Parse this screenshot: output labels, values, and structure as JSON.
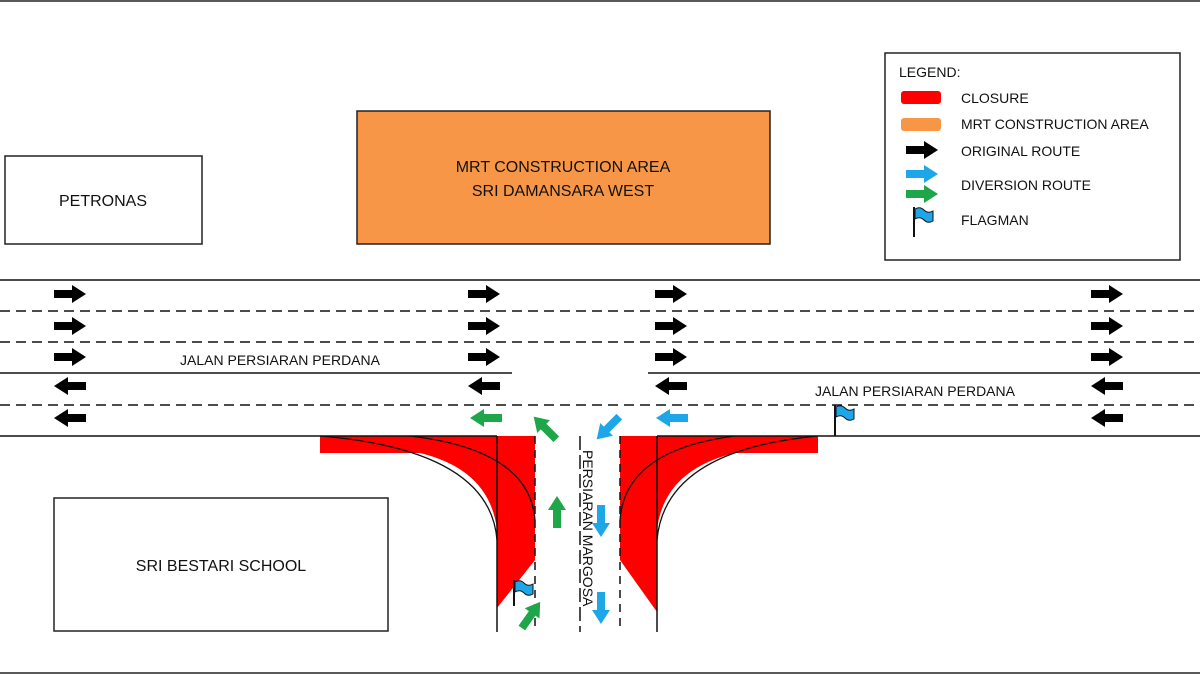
{
  "buildings": {
    "petronas": "PETRONAS",
    "mrt_line1": "MRT CONSTRUCTION  AREA",
    "mrt_line2": "SRI DAMANSARA  WEST",
    "school": "SRI BESTARI SCHOOL"
  },
  "roads": {
    "main_left": "JALAN PERSIARAN PERDANA",
    "main_right": "JALAN PERSIARAN PERDANA",
    "side": "PERSIARAN MARGOSA"
  },
  "legend": {
    "title": "LEGEND:",
    "items": [
      {
        "label": "CLOSURE",
        "icon": "closure-swatch"
      },
      {
        "label": "MRT CONSTRUCTION AREA",
        "icon": "construction-swatch"
      },
      {
        "label": "ORIGINAL ROUTE",
        "icon": "black-arrow-icon"
      },
      {
        "label": "DIVERSION ROUTE",
        "icon": "blue-green-arrow-icon"
      },
      {
        "label": "FLAGMAN",
        "icon": "flag-icon"
      }
    ]
  },
  "colors": {
    "closure": "#ff0000",
    "construction": "#f79646",
    "original": "#000000",
    "diversion_blue": "#1ea7e8",
    "diversion_green": "#1fa64a"
  }
}
